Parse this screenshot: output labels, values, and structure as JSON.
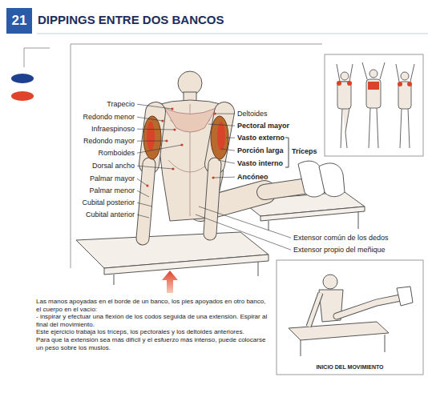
{
  "diagram": {
    "title": "DIPPINGS ENTRE DOS BANCOS",
    "nodes": [
      {
        "text": [
          "21"
        ]
      },
      {
        "text": [
          "INICIO DEL MOVIMIENTO"
        ]
      }
    ],
    "labels": [
      "Trapecio",
      "Redondo menor",
      "Infraespinoso",
      "Redondo mayor",
      "Romboides",
      "Dorsal ancho",
      "Palmar mayor",
      "Palmar menor",
      "Cubital posterior",
      "Cubital anterior",
      "Deltoides",
      "Pectoral mayor",
      "Vasto externo",
      "Porción larga",
      "Vasto interno",
      "Ancóneo",
      "Tríceps",
      "Extensor común de los dedos",
      "Extensor propio del meñique",
      "Las manos apoyadas en el borde de un banco, los pies apoyados en otro banco, el cuerpo en el vacío:",
      "- inspirar y efectuar una flexión de los codos seguida de una extensión. Espirar al final del movimiento.",
      "Este ejercicio trabaja los tríceps, los pectorales y los deltoides anteriores.",
      "Para que la extensión sea más difícil y el esfuerzo más intenso, puede colocarse un peso sobre los muslos."
    ]
  }
}
